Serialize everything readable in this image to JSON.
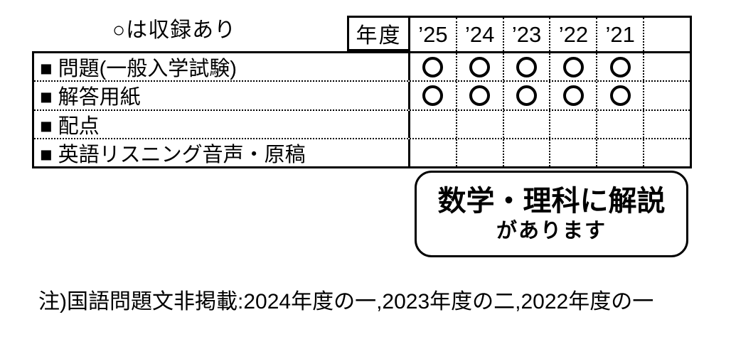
{
  "legend": "○は収録あり",
  "header": {
    "year_label": "年度",
    "years": [
      "’25",
      "’24",
      "’23",
      "’22",
      "’21"
    ],
    "extra_col": ""
  },
  "table": {
    "rows": [
      {
        "label": "■ 問題(一般入学試験)",
        "marks": [
          "○",
          "○",
          "○",
          "○",
          "○",
          ""
        ]
      },
      {
        "label": "■ 解答用紙",
        "marks": [
          "○",
          "○",
          "○",
          "○",
          "○",
          ""
        ]
      },
      {
        "label": "■ 配点",
        "marks": [
          "",
          "",
          "",
          "",
          "",
          ""
        ]
      },
      {
        "label": "■ 英語リスニング音声・原稿",
        "marks": [
          "",
          "",
          "",
          "",
          "",
          ""
        ]
      }
    ]
  },
  "callout": {
    "line1": "数学・理科に解説",
    "line2": "があります"
  },
  "note": "注)国語問題文非掲載:2024年度の一,2023年度の二,2022年度の一",
  "colors": {
    "ink": "#000000",
    "background": "#ffffff"
  }
}
